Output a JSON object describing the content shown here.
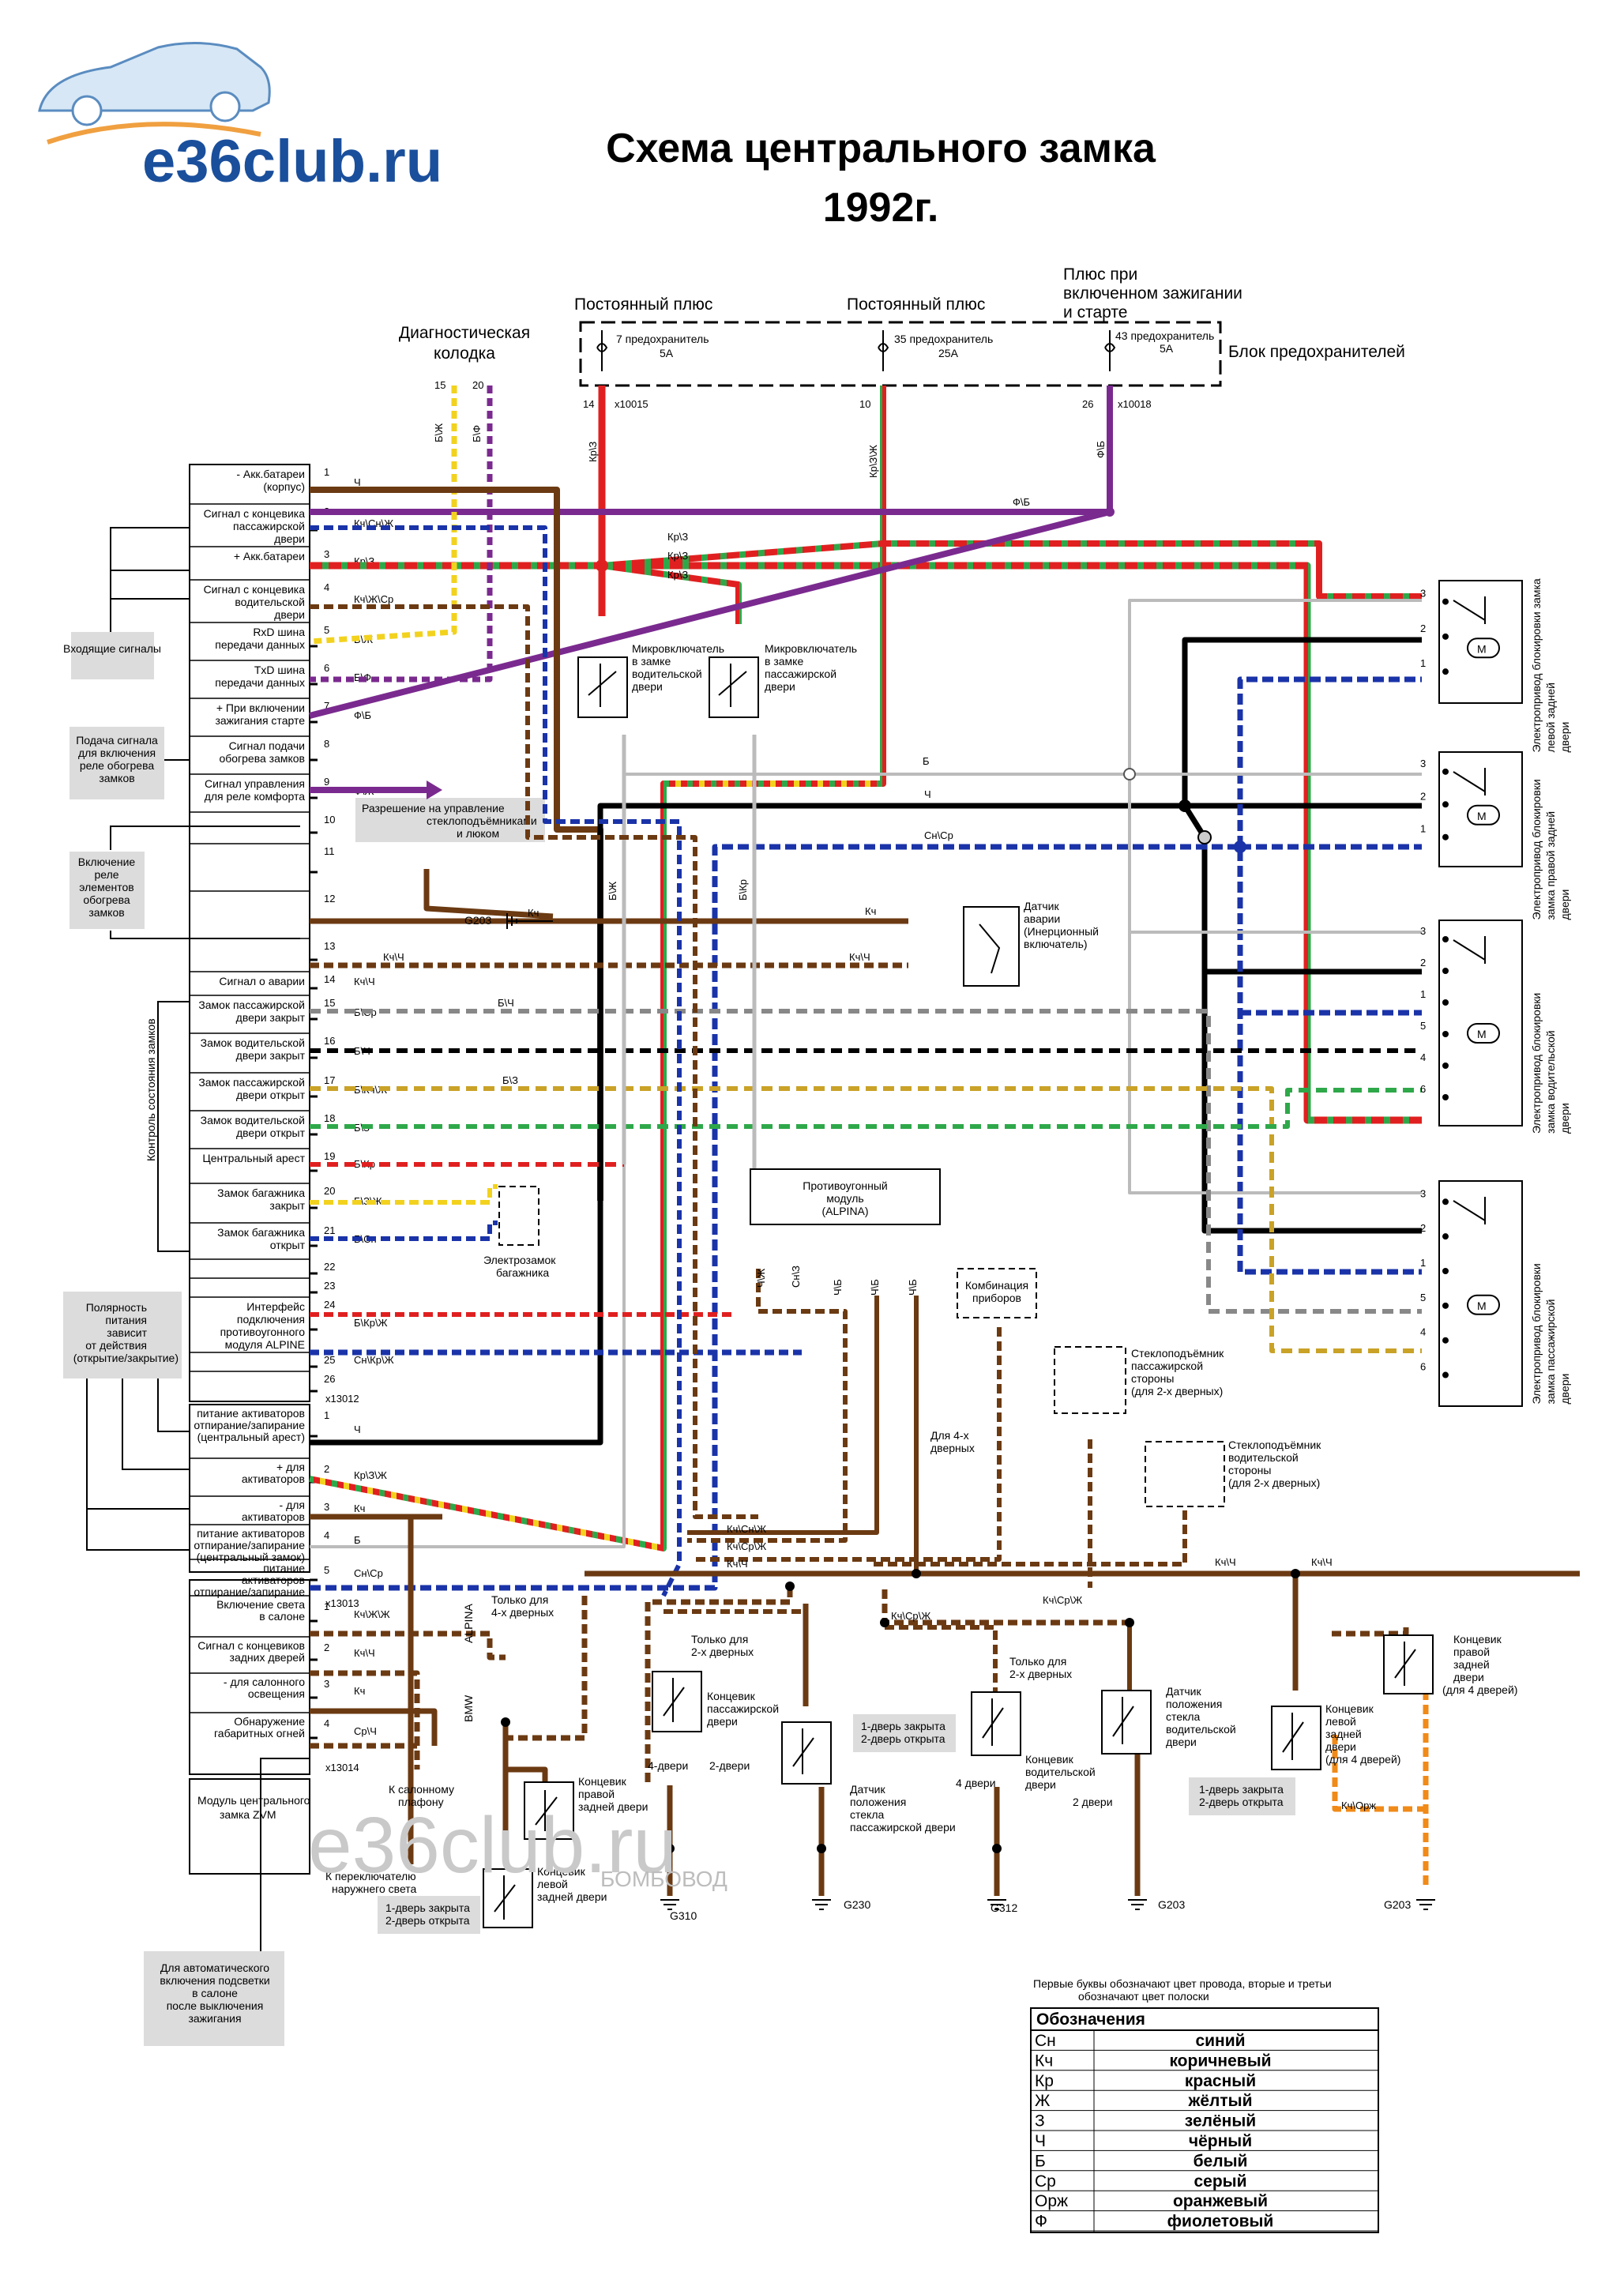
{
  "header": {
    "brand": "e36club.ru",
    "title_line1": "Схема центрального замка",
    "title_line2": "1992г."
  },
  "watermark": {
    "main": "e36club.ru",
    "sub": "БОМБОВОД"
  },
  "fuse_block": {
    "label": "Блок предохранителей",
    "feeds": [
      {
        "title": "Постоянный плюс",
        "fuse": "7 предохранитель",
        "amps": "5А",
        "pin": "14",
        "conn": "x10015",
        "wire": "Кр\\З"
      },
      {
        "title": "Постоянный плюс",
        "fuse": "35 предохранитель",
        "amps": "25А",
        "pin": "10",
        "conn": "",
        "wire": "Кр\\З\\Ж"
      },
      {
        "title_1": "Плюс при",
        "title_2": "включенном зажигании",
        "title_3": "и старте",
        "fuse": "43 предохранитель",
        "amps": "5А",
        "pin": "26",
        "conn": "x10018",
        "wire": "Ф\\Б"
      }
    ]
  },
  "diag": {
    "l1": "Диагностическая",
    "l2": "колодка",
    "p1": "15",
    "p2": "20",
    "w1": "Б\\Ж",
    "w2": "Б\\Ф"
  },
  "module": {
    "name_1": "Модуль центрального",
    "name_2": "замка ZVM",
    "conns": [
      "x13012",
      "x13013",
      "x13014"
    ],
    "pins": [
      {
        "n": "1",
        "l1": "- Акк.батареи",
        "l2": "(корпус)",
        "w": "Ч"
      },
      {
        "n": "2",
        "l1": "Сигнал с концевика",
        "l2": "пассажирской",
        "l3": "двери",
        "w": "Кч\\Сн\\Ж"
      },
      {
        "n": "3",
        "l1": "+ Акк.батареи",
        "w": "Кр\\З"
      },
      {
        "n": "4",
        "l1": "Сигнал с концевика",
        "l2": "водительской",
        "l3": "двери",
        "w": "Кч\\Ж\\Ср"
      },
      {
        "n": "5",
        "l1": "RxD шина",
        "l2": "передачи данных",
        "w": "Б\\Ж"
      },
      {
        "n": "6",
        "l1": "TxD шина",
        "l2": "передачи данных",
        "w": "Б\\Ф"
      },
      {
        "n": "7",
        "l1": "+ При включении",
        "l2": "зажигания старте",
        "w": "Ф\\Б"
      },
      {
        "n": "8",
        "l1": "Сигнал подачи",
        "l2": "обогрева замков"
      },
      {
        "n": "9",
        "l1": "Сигнал управления",
        "l2": "для реле комфорта",
        "w": "Ф\\Ж"
      },
      {
        "n": "10"
      },
      {
        "n": "11"
      },
      {
        "n": "12"
      },
      {
        "n": "13"
      },
      {
        "n": "14",
        "l1": "Сигнал о аварии",
        "w": "Кч\\Ч"
      },
      {
        "n": "15",
        "l1": "Замок пассажирской",
        "l2": "двери закрыт",
        "w": "Б\\Ср"
      },
      {
        "n": "16",
        "l1": "Замок водительской",
        "l2": "двери закрыт",
        "w": "Б\\Ч"
      },
      {
        "n": "17",
        "l1": "Замок пассажирской",
        "l2": "двери открыт",
        "w": "Б\\Кч\\Ж"
      },
      {
        "n": "18",
        "l1": "Замок водительской",
        "l2": "двери открыт",
        "w": "Б\\З"
      },
      {
        "n": "19",
        "l1": "Центральный арест",
        "w": "Б\\Кр"
      },
      {
        "n": "20",
        "l1": "Замок багажника",
        "l2": "закрыт",
        "w": "Б\\З\\Ж"
      },
      {
        "n": "21",
        "l1": "Замок багажника",
        "l2": "открыт",
        "w": "Б\\Сн"
      },
      {
        "n": "22"
      },
      {
        "n": "23"
      },
      {
        "n": "24",
        "l1": "Интерфейс",
        "l2": "подключения",
        "l3": "противоугонного",
        "l4": "модуля ALPINE",
        "w": "Б\\Кр\\Ж"
      },
      {
        "n": "25",
        "w": "Сн\\Кр\\Ж"
      },
      {
        "n": "26"
      }
    ],
    "pins2": [
      {
        "n": "1",
        "l1": "питание активаторов",
        "l2": "отпирание/запирание",
        "l3": "(центральный арест)",
        "w": "Ч"
      },
      {
        "n": "2",
        "l1": "+ для",
        "l2": "активаторов",
        "w": "Кр\\З\\Ж"
      },
      {
        "n": "3",
        "l1": "- для",
        "l2": "активаторов",
        "w": "Кч"
      },
      {
        "n": "4",
        "l1": "питание активаторов",
        "l2": "отпирание/запирание",
        "l3": "(центральный замок)",
        "w": "Б"
      },
      {
        "n": "5",
        "l1": "питание",
        "l2": "активаторов",
        "l3": "отпирание/запирание",
        "w": "Сн\\Ср"
      },
      {
        "n": "1",
        "l1": "Включение света",
        "l2": "в салоне",
        "w": "Кч\\Ж\\Ж"
      },
      {
        "n": "2",
        "l1": "Сигнал с концевиков",
        "l2": "задних дверей",
        "w": "Кч\\Ч"
      },
      {
        "n": "3",
        "l1": "- для салонного",
        "l2": "освещения",
        "w": "Кч"
      },
      {
        "n": "4",
        "l1": "Обнаружение",
        "l2": "габаритных огней",
        "w": "Ср\\Ч"
      }
    ]
  },
  "side_notes": {
    "inputs": "Входящие сигналы",
    "heat_1": "Подача сигнала",
    "heat_2": "для включения",
    "heat_3": "реле обогрева",
    "heat_4": "замков",
    "relay_1": "Включение",
    "relay_2": "реле",
    "relay_3": "элементов",
    "relay_4": "обогрева",
    "relay_5": "замков",
    "status": "Контроль состояния замков",
    "pol_1": "Полярность",
    "pol_2": "питания",
    "pol_3": "зависит",
    "pol_4": "от действия",
    "pol_5": "(открытие/закрытие)",
    "auto_1": "Для автоматического",
    "auto_2": "включения подсветки",
    "auto_3": "в салоне",
    "auto_4": "после выключения",
    "auto_5": "зажигания",
    "comfort_1": "Разрешение на управление",
    "comfort_2": "стеклоподъёмниками",
    "comfort_3": "и люком"
  },
  "wire_labels": {
    "fb": "Ф\\Б",
    "krz": "Кр\\З",
    "b": "Б",
    "ch": "Ч",
    "snsr": "Сн\\Ср",
    "kch": "Кч",
    "kchch": "Кч\\Ч",
    "bch": "Б\\Ч",
    "bz": "Б\\З",
    "bzh": "Б\\Ж",
    "bkr": "Б\\Кр",
    "krzzh": "Кр\\З",
    "kchsrzh": "Кч\\Ср\\Ж",
    "kchsnzh": "Кч\\Сн\\Ж",
    "kchzh": "Кч\\Ж",
    "kchorzh": "Кч\\Орж",
    "chzh": "Ч\\Ж",
    "snz": "Сн\\З",
    "chb": "Ч\\Б"
  },
  "components": {
    "mc_drv_1": "Микровключатель",
    "mc_drv_2": "в замке",
    "mc_drv_3": "водительской",
    "mc_drv_4": "двери",
    "mc_pas_1": "Микровключатель",
    "mc_pas_2": "в замке",
    "mc_pas_3": "пассажирской",
    "mc_pas_4": "двери",
    "crash_1": "Датчик",
    "crash_2": "аварии",
    "crash_3": "(Инерционный",
    "crash_4": "включатель)",
    "g203": "G203",
    "g310": "G310",
    "g230": "G230",
    "g312": "G312",
    "trunk_1": "Электрозамок",
    "trunk_2": "багажника",
    "alpina_1": "Противоугонный",
    "alpina_2": "модуль",
    "alpina_3": "(ALPINA)",
    "cluster_1": "Комбинация",
    "cluster_2": "приборов",
    "wp_1": "Стеклоподъёмник",
    "wp_2": "пассажирской",
    "wp_3": "стороны",
    "wp_4": "(для 2-х дверных)",
    "wd_1": "Стеклоподъёмник",
    "wd_2": "водительской",
    "wd_3": "стороны",
    "wd_4": "(для 2-х дверных)",
    "for4": "Для 4-х",
    "for4b": "дверных",
    "only4_1": "Только для",
    "only4_2": "4-х дверных",
    "only2_1": "Только для",
    "only2_2": "2-х дверных",
    "act_rl_1": "Электропривод блокировки замка",
    "act_rl_2": "левой задней",
    "act_rl_3": "двери",
    "act_rr_1": "Электропривод блокировки",
    "act_rr_2": "замка правой задней",
    "act_rr_3": "двери",
    "act_fd_1": "Электропривод блокировки",
    "act_fd_2": "замка водительской",
    "act_fd_3": "двери",
    "act_fp_1": "Электропривод блокировки",
    "act_fp_2": "замка пассажирской",
    "act_fp_3": "двери",
    "lamp_1": "К салонному",
    "lamp_2": "плафону",
    "ext_1": "К переключателю",
    "ext_2": "наружнего света",
    "sw_rr_1": "Концевик",
    "sw_rr_2": "правой",
    "sw_rr_3": "задней двери",
    "sw_rl_1": "Концевик",
    "sw_rl_2": "левой",
    "sw_rl_3": "задней двери",
    "sw_p_1": "Концевик",
    "sw_p_2": "пассажирской",
    "sw_p_3": "двери",
    "sw_d_1": "Концевик",
    "sw_d_2": "водительской",
    "sw_d_3": "двери",
    "sw_rl4_1": "Концевик",
    "sw_rl4_2": "левой",
    "sw_rl4_3": "задней",
    "sw_rl4_4": "двери",
    "sw_rl4_5": "(для 4 дверей)",
    "sw_rr4_1": "Концевик",
    "sw_rr4_2": "правой",
    "sw_rr4_3": "задней",
    "sw_rr4_4": "двери",
    "sw_rr4_5": "(для 4 дверей)",
    "sens_p_1": "Датчик",
    "sens_p_2": "положения",
    "sens_p_3": "стекла",
    "sens_p_4": "пассажирской двери",
    "sens_d_1": "Датчик",
    "sens_d_2": "положения",
    "sens_d_3": "стекла",
    "sens_d_4": "водительской",
    "sens_d_5": "двери",
    "d4": "4-двери",
    "d2": "2-двери",
    "d4b": "4 двери",
    "d2b": "2 двери",
    "door_1": "1-дверь закрыта",
    "door_2": "2-дверь открыта",
    "alpina_v": "ALPINA",
    "bmw_v": "BMW"
  },
  "legend": {
    "note_1": "Первые буквы обозначают цвет провода, вторые и третьи",
    "note_2": "обозначают цвет полоски",
    "title": "Обозначения",
    "rows": [
      {
        "code": "Сн",
        "name": "синий",
        "color": "#1a33a8"
      },
      {
        "code": "Кч",
        "name": "коричневый",
        "color": "#6b3a12"
      },
      {
        "code": "Кр",
        "name": "красный",
        "color": "#e02020"
      },
      {
        "code": "Ж",
        "name": "жёлтый",
        "color": "#f2d21e"
      },
      {
        "code": "З",
        "name": "зелёный",
        "color": "#2fa84a"
      },
      {
        "code": "Ч",
        "name": "чёрный",
        "color": "#000000"
      },
      {
        "code": "Б",
        "name": "белый",
        "color": "#ffffff"
      },
      {
        "code": "Ср",
        "name": "серый",
        "color": "#9a9a9a"
      },
      {
        "code": "Орж",
        "name": "оранжевый",
        "color": "#f08a18"
      },
      {
        "code": "Ф",
        "name": "фиолетовый",
        "color": "#7a2a8f"
      }
    ]
  }
}
